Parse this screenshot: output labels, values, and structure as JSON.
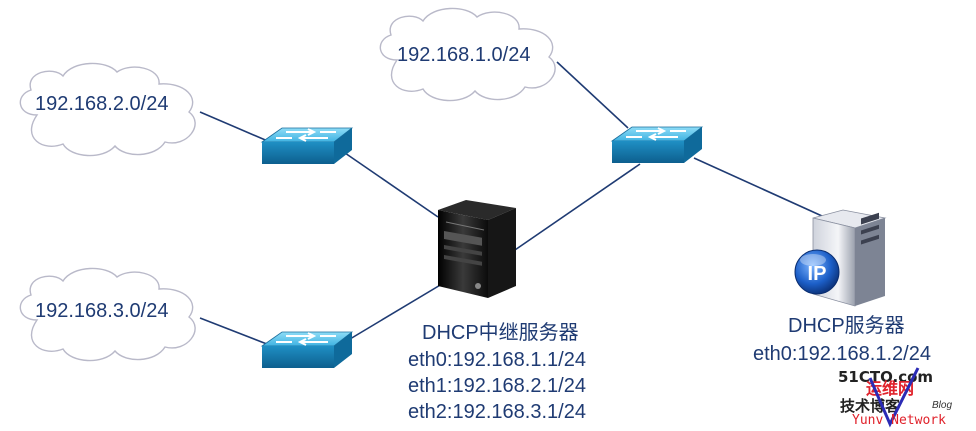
{
  "networks": [
    {
      "id": "net1",
      "label": "192.168.1.0/24"
    },
    {
      "id": "net2",
      "label": "192.168.2.0/24"
    },
    {
      "id": "net3",
      "label": "192.168.3.0/24"
    }
  ],
  "relay": {
    "title": "DHCP中继服务器",
    "interfaces": [
      "eth0:192.168.1.1/24",
      "eth1:192.168.2.1/24",
      "eth2:192.168.3.1/24"
    ]
  },
  "server": {
    "title": "DHCP服务器",
    "interfaces": [
      "eth0:192.168.1.2/24"
    ],
    "badge": "IP"
  },
  "watermark": {
    "site": "51CTO.com",
    "cn_top": "运维网",
    "cn_bottom": "技术博客",
    "blog": "Blog",
    "brand": "Yunv Network"
  },
  "colors": {
    "line": "#1f3b73",
    "switch_top": "#5cc3ea",
    "switch_side": "#1f8fc4",
    "cloud_stroke": "#b9b9c9",
    "text": "#1f3b73"
  },
  "icons": [
    "cloud-icon",
    "switch-icon",
    "server-tower-icon",
    "ip-server-icon"
  ]
}
